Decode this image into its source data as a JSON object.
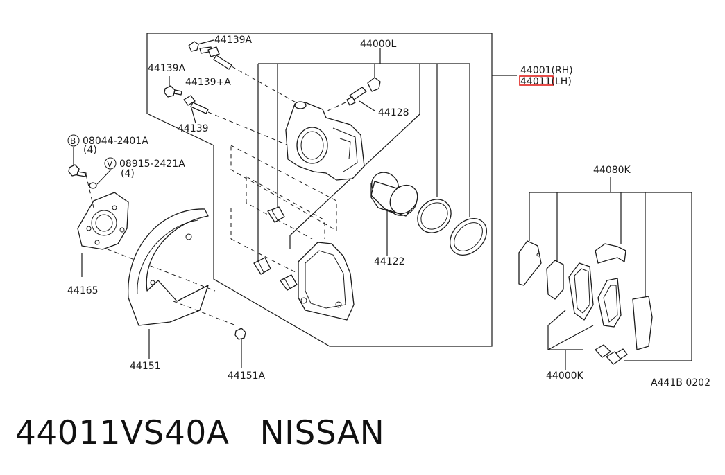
{
  "labels": {
    "l44139A_top": "44139A",
    "l44139A_left": "44139A",
    "l44139plusA": "44139+A",
    "l44139": "44139",
    "l44000L": "44000L",
    "l44128": "44128",
    "l44001": "44001(RH)",
    "l44011": "44011(LH)",
    "b_circle": "B",
    "l08044": "08044-2401A",
    "l08044_qty": "(4)",
    "v_circle": "V",
    "l08915": "08915-2421A",
    "l08915_qty": "(4)",
    "l44165": "44165",
    "l44151": "44151",
    "l44151A": "44151A",
    "l44122": "44122",
    "l44080K": "44080K",
    "l44000K": "44000K",
    "ref_code": "A441B 0202"
  },
  "highlight_color": "#e0201c",
  "footer": {
    "part_number": "44011VS40A",
    "brand": "NISSAN"
  }
}
